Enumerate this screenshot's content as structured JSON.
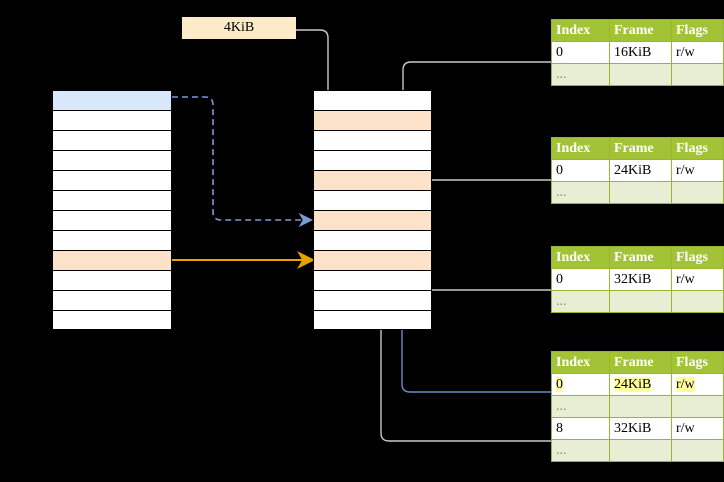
{
  "diagram": {
    "title": "page-table-translation-diagram",
    "page_size_label": {
      "text": "4KiB"
    },
    "colors": {
      "table_header": "#a3c337",
      "table_alt_row": "#e7eed3",
      "highlight": "#ffffa0",
      "peach_cell": "#fde2ca",
      "blue_cell": "#d9e7fb",
      "orange_arrow": "#e8a200",
      "blue_arrow": "#5b7fc4",
      "gray_arrow": "#c8c8c8"
    }
  },
  "virtual_column": {
    "name": "virtual-address-space",
    "cell_count": 12,
    "cells": [
      {
        "index": 0,
        "fill": "blue"
      },
      {
        "index": 1,
        "fill": "white"
      },
      {
        "index": 2,
        "fill": "white"
      },
      {
        "index": 3,
        "fill": "white"
      },
      {
        "index": 4,
        "fill": "white"
      },
      {
        "index": 5,
        "fill": "white"
      },
      {
        "index": 6,
        "fill": "white"
      },
      {
        "index": 7,
        "fill": "white"
      },
      {
        "index": 8,
        "fill": "peach"
      },
      {
        "index": 9,
        "fill": "white"
      },
      {
        "index": 10,
        "fill": "white"
      },
      {
        "index": 11,
        "fill": "white"
      }
    ]
  },
  "physical_column": {
    "name": "physical-memory",
    "cell_count": 12,
    "cells": [
      {
        "index": 0,
        "fill": "white"
      },
      {
        "index": 1,
        "fill": "peach"
      },
      {
        "index": 2,
        "fill": "white"
      },
      {
        "index": 3,
        "fill": "white"
      },
      {
        "index": 4,
        "fill": "peach"
      },
      {
        "index": 5,
        "fill": "white"
      },
      {
        "index": 6,
        "fill": "peach"
      },
      {
        "index": 7,
        "fill": "white"
      },
      {
        "index": 8,
        "fill": "peach"
      },
      {
        "index": 9,
        "fill": "white"
      },
      {
        "index": 10,
        "fill": "white"
      },
      {
        "index": 11,
        "fill": "white"
      }
    ]
  },
  "page_tables": [
    {
      "name": "page-table-1",
      "columns": [
        "Index",
        "Frame",
        "Flags"
      ],
      "rows": [
        {
          "type": "entry",
          "index": "0",
          "frame": "16KiB",
          "flags": "r/w",
          "highlight": false
        },
        {
          "type": "ellipsis",
          "index": "...",
          "frame": "",
          "flags": ""
        }
      ]
    },
    {
      "name": "page-table-2",
      "columns": [
        "Index",
        "Frame",
        "Flags"
      ],
      "rows": [
        {
          "type": "entry",
          "index": "0",
          "frame": "24KiB",
          "flags": "r/w",
          "highlight": false
        },
        {
          "type": "ellipsis",
          "index": "...",
          "frame": "",
          "flags": ""
        }
      ]
    },
    {
      "name": "page-table-3",
      "columns": [
        "Index",
        "Frame",
        "Flags"
      ],
      "rows": [
        {
          "type": "entry",
          "index": "0",
          "frame": "32KiB",
          "flags": "r/w",
          "highlight": false
        },
        {
          "type": "ellipsis",
          "index": "...",
          "frame": "",
          "flags": ""
        }
      ]
    },
    {
      "name": "page-table-4",
      "columns": [
        "Index",
        "Frame",
        "Flags"
      ],
      "rows": [
        {
          "type": "entry",
          "index": "0",
          "frame": "24KiB",
          "flags": "r/w",
          "highlight": true
        },
        {
          "type": "ellipsis",
          "index": "...",
          "frame": "",
          "flags": ""
        },
        {
          "type": "entry",
          "index": "8",
          "frame": "32KiB",
          "flags": "r/w",
          "highlight": false
        },
        {
          "type": "ellipsis",
          "index": "...",
          "frame": "",
          "flags": ""
        }
      ]
    }
  ]
}
